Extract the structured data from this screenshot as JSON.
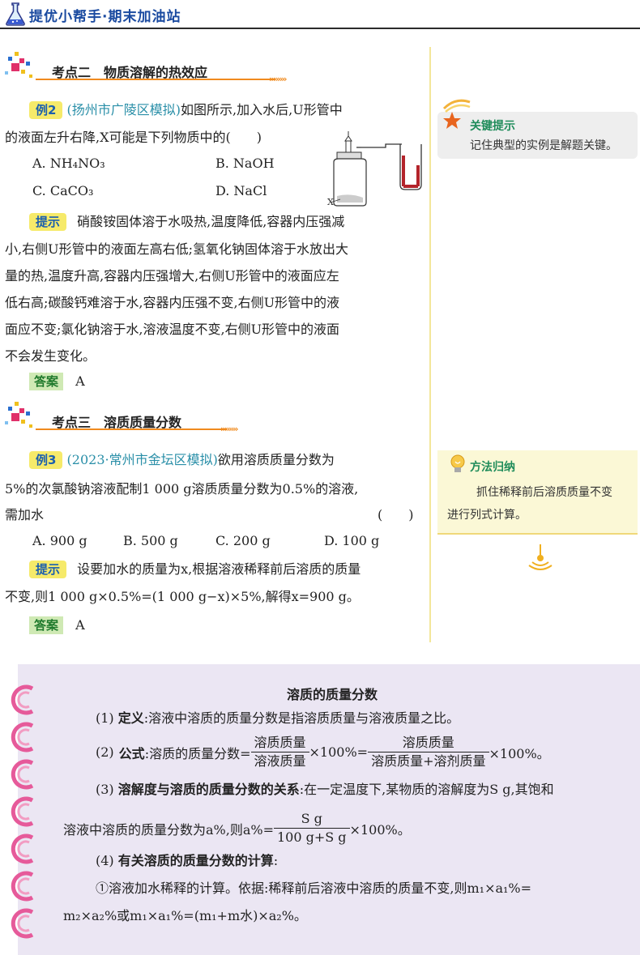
{
  "header": {
    "title": "提优小帮手·期末加油站"
  },
  "section2": {
    "title": "考点二　物质溶解的热效应",
    "example": {
      "tag": "例2",
      "source": "(扬州市广陵区模拟)",
      "stem_line1_rest": "如图所示,加入水后,U形管中",
      "stem_line2": "的液面左升右降,X可能是下列物质中的(　　)",
      "options": {
        "A": "A. NH₄NO₃",
        "B": "B. NaOH",
        "C": "C. CaCO₃",
        "D": "D. NaCl"
      },
      "figure_label": "X",
      "hint_tag": "提示",
      "hint_lines": [
        "硝酸铵固体溶于水吸热,温度降低,容器内压强减",
        "小,右侧U形管中的液面左高右低;氢氧化钠固体溶于水放出大",
        "量的热,温度升高,容器内压强增大,右侧U形管中的液面应左",
        "低右高;碳酸钙难溶于水,容器内压强不变,右侧U形管中的液",
        "面应不变;氯化钠溶于水,溶液温度不变,右侧U形管中的液面",
        "不会发生变化。"
      ],
      "answer_tag": "答案",
      "answer": "A"
    },
    "side": {
      "title": "关键提示",
      "text": "记住典型的实例是解题关键。"
    }
  },
  "section3": {
    "title": "考点三　溶质质量分数",
    "example": {
      "tag": "例3",
      "source": "(2023·常州市金坛区模拟)",
      "stem_line1_rest": "欲用溶质质量分数为",
      "stem_line2": "5%的次氯酸钠溶液配制1 000 g溶质质量分数为0.5%的溶液,",
      "stem_line3": "需加水",
      "paren": "(　　)",
      "options": {
        "A": "A. 900 g",
        "B": "B. 500 g",
        "C": "C. 200 g",
        "D": "D. 100 g"
      },
      "hint_tag": "提示",
      "hint_line1": "设要加水的质量为x,根据溶液稀释前后溶质的质量",
      "hint_line2": "不变,则1 000 g×0.5%=(1 000 g−x)×5%,解得x=900 g。",
      "answer_tag": "答案",
      "answer": "A"
    },
    "side": {
      "title": "方法归纳",
      "text_line1": "抓住稀释前后溶质质量不变",
      "text_line2": "进行列式计算。"
    }
  },
  "summary": {
    "title": "溶质的质量分数",
    "item1_num": "(1)",
    "item1_label": "定义",
    "item1_text": ":溶液中溶质的质量分数是指溶质质量与溶液质量之比。",
    "item2_num": "(2)",
    "item2_label": "公式",
    "item2_prefix": ":溶质的质量分数=",
    "item2_frac1_num": "溶质质量",
    "item2_frac1_den": "溶液质量",
    "item2_mid": "×100%=",
    "item2_frac2_num": "溶质质量",
    "item2_frac2_den": "溶质质量+溶剂质量",
    "item2_suffix": "×100%。",
    "item3_num": "(3)",
    "item3_label": "溶解度与溶质的质量分数的关系",
    "item3_text": ":在一定温度下,某物质的溶解度为S g,其饱和",
    "item3_line2_prefix": "溶液中溶质的质量分数为a%,则a%=",
    "item3_frac_num": "S g",
    "item3_frac_den": "100 g+S g",
    "item3_suffix": "×100%。",
    "item4_num": "(4)",
    "item4_label": "有关溶质的质量分数的计算",
    "item4_colon": ":",
    "item4_line1": "①溶液加水稀释的计算。依据:稀释前后溶液中溶质的质量不变,则m₁×a₁%=",
    "item4_line2": "m₂×a₂%或m₁×a₁%=(m₁+m水)×a₂%。"
  },
  "colors": {
    "accent_orange": "#f08a1e",
    "title_blue": "#1a4aa0",
    "tag_yellow": "#f6ea6a",
    "source_teal": "#2a8fa8",
    "summary_bg": "#ebe6f3",
    "ring_pink": "#e65a9a"
  },
  "icons": [
    "flask-icon",
    "pixel-deco-icon",
    "star-icon",
    "lightbulb-icon",
    "binder-ring-icon"
  ]
}
